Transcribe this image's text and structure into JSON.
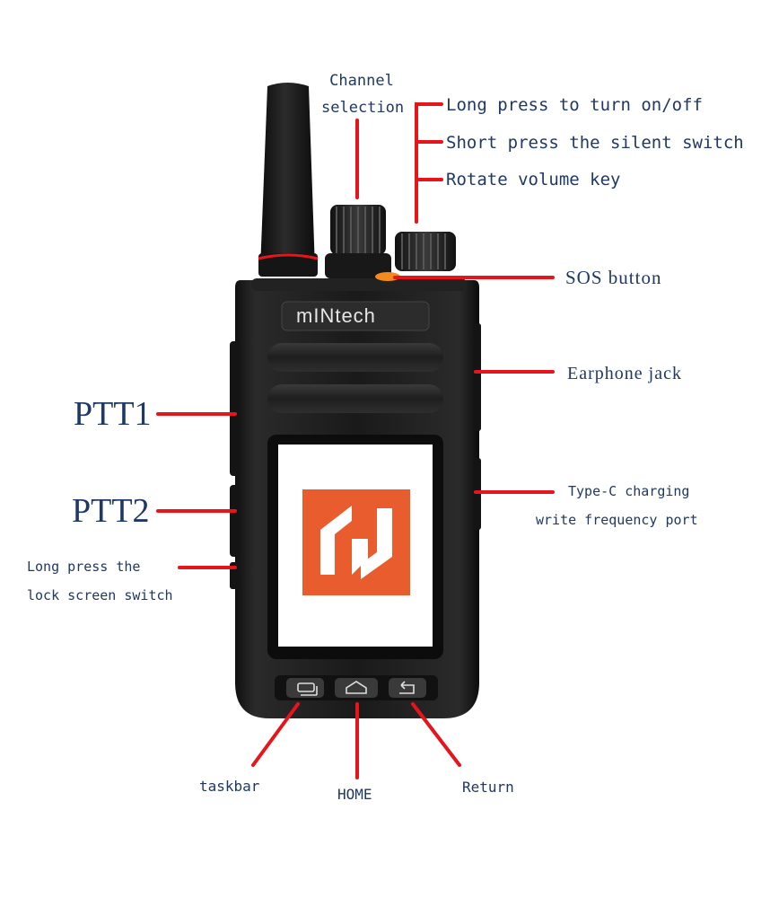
{
  "brand": {
    "logo_text": "mINtech"
  },
  "labels": {
    "channel_selection_line1": "Channel",
    "channel_selection_line2": "selection",
    "power": "Long press to turn on/off",
    "silent": "Short press the silent switch",
    "volume": "Rotate volume key",
    "sos": "SOS button",
    "earphone": "Earphone jack",
    "ptt1": "PTT1",
    "ptt2": "PTT2",
    "lock_line1": "Long press the",
    "lock_line2": "lock screen switch",
    "typec_line1": "Type-C charging",
    "typec_line2": "write frequency port",
    "taskbar": "taskbar",
    "home": "HOME",
    "return": "Return"
  },
  "colors": {
    "label_text": "#1f3864",
    "leader_line": "#e8141c",
    "device_body": "#1c1c1c",
    "screen_logo": "#e85c2e",
    "sos_button": "#f28a1e"
  },
  "icons": {
    "taskbar_key": "taskbar-icon",
    "home_key": "home-icon",
    "return_key": "return-icon"
  }
}
